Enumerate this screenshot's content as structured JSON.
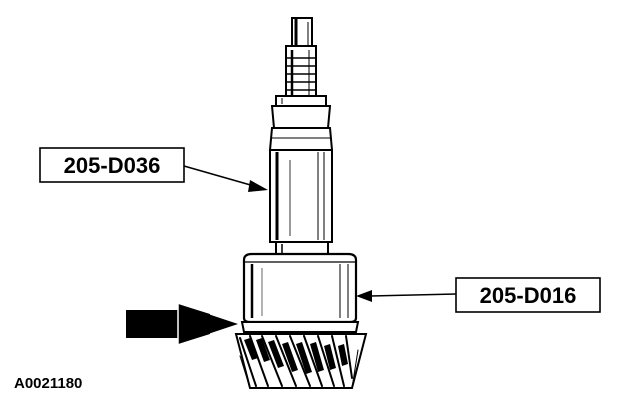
{
  "callouts": [
    {
      "label": "205-D036"
    },
    {
      "label": "205-D016"
    }
  ],
  "figure_id": "A0021180",
  "colors": {
    "ink": "#000000",
    "background": "#ffffff"
  },
  "icons": {
    "direction": "double-arrow-icon"
  }
}
